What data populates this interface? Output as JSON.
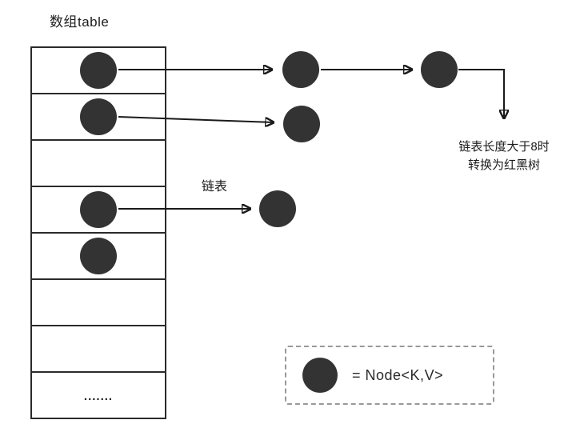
{
  "diagram": {
    "array_title": "数组table",
    "rows": [
      {
        "has_node": true,
        "text": ""
      },
      {
        "has_node": true,
        "text": ""
      },
      {
        "has_node": false,
        "text": ""
      },
      {
        "has_node": true,
        "text": ""
      },
      {
        "has_node": true,
        "text": ""
      },
      {
        "has_node": false,
        "text": ""
      },
      {
        "has_node": false,
        "text": ""
      },
      {
        "has_node": false,
        "text": "......."
      }
    ],
    "list_label": "链表",
    "treeify_note": {
      "line1": "链表长度大于8时",
      "line2": "转换为红黑树"
    },
    "legend": {
      "equals_text": "= Node<K,V>"
    },
    "colors": {
      "node": "#333333",
      "line": "#1a1a1a",
      "legend_border": "#999999"
    }
  }
}
